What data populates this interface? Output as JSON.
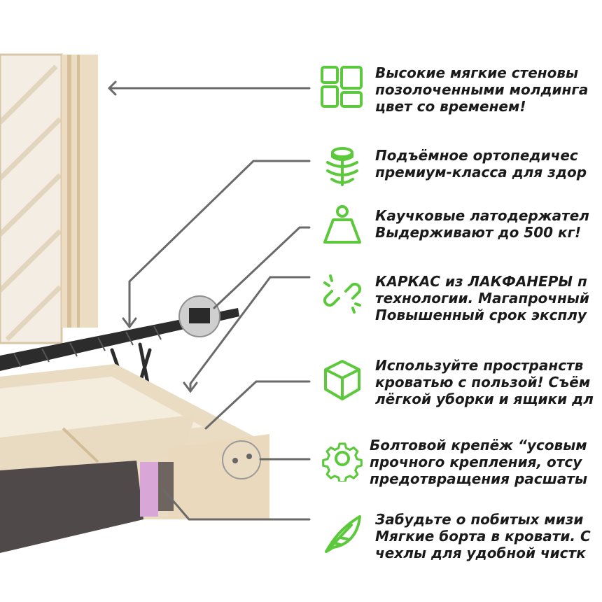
{
  "colors": {
    "accent": "#5cc83b",
    "leader": "#6a6a6a"
  },
  "features": [
    {
      "icon": "modules-icon",
      "lines": [
        "Высокие мягкие стеновы",
        "позолоченными молдинга",
        "цвет со временем!"
      ]
    },
    {
      "icon": "orthopedic-base-icon",
      "lines": [
        "Подъёмное ортопедичес",
        "премиум-класса для здор"
      ]
    },
    {
      "icon": "weight-icon",
      "lines": [
        "Каучковые латодержател",
        "Выдерживают до 500 кг!"
      ]
    },
    {
      "icon": "broken-link-icon",
      "lines": [
        "КАРКАС из ЛАКФАНЕРЫ п",
        "технологии. Магапрочный",
        "Повышенный срок эксплу"
      ]
    },
    {
      "icon": "box-icon",
      "lines": [
        "Используйте пространств",
        "кроватью с пользой! Съём",
        "лёгкой уборки и ящики дл"
      ]
    },
    {
      "icon": "gear-icon",
      "lines": [
        "Болтовой крепёж “усовым",
        "прочного крепления, отсу",
        "предотвращения расшаты"
      ]
    },
    {
      "icon": "feather-icon",
      "lines": [
        "Забудьте о побитых мизи",
        "Мягкие борта в кровати. С",
        "чехлы для удобной чистк"
      ]
    }
  ]
}
